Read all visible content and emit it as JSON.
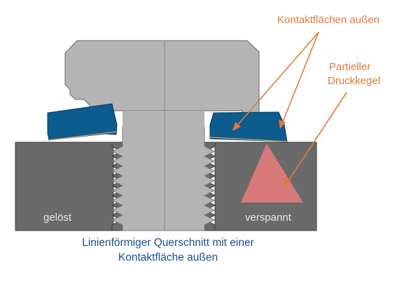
{
  "labels": {
    "contact_outside": "Kontaktflächen außen",
    "partial_line1": "Partieller",
    "partial_line2": "Druckkegel",
    "left_block": "gelöst",
    "right_block": "verspannt",
    "caption_line1": "Linienförmiger Querschnitt mit einer",
    "caption_line2": "Kontaktfläche außen"
  },
  "colors": {
    "bolt": "#b4b4b4",
    "block": "#6a6a6a",
    "washer": "#0d5c8e",
    "cone": "#d77978",
    "callout": "#e07a3a",
    "caption": "#1b4e91"
  }
}
